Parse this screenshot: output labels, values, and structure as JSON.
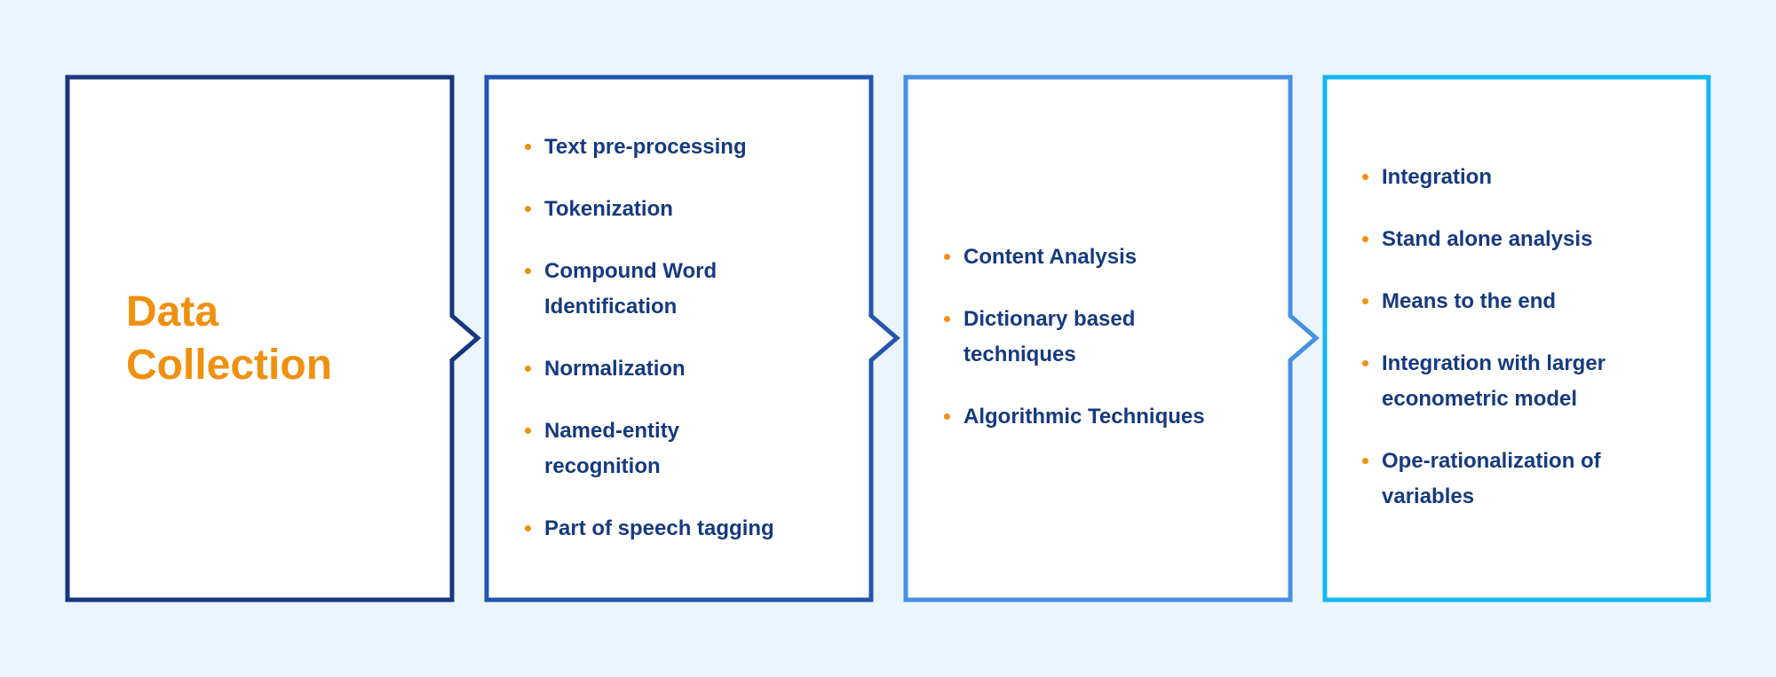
{
  "colors": {
    "background": "#eaf5fe",
    "panel_fill": "#ffffff",
    "panel_1_border": "#17367d",
    "panel_2_border": "#2455ad",
    "panel_3_border": "#4690e4",
    "panel_4_border": "#12b7f0",
    "title_color": "#f0900f",
    "bullet_color": "#f0900f",
    "item_text_color": "#163a7f"
  },
  "panel_1": {
    "title_line_1": "Data",
    "title_line_2": "Collection"
  },
  "panel_2": {
    "items": [
      "Text pre-processing",
      "Tokenization",
      "Compound Word Identification",
      "Normalization",
      "Named-entity recognition",
      "Part of speech tagging"
    ]
  },
  "panel_3": {
    "items": [
      "Content Analysis",
      "Dictionary based techniques",
      "Algorithmic Techniques"
    ]
  },
  "panel_4": {
    "items": [
      "Integration",
      "Stand alone analysis",
      "Means to the end",
      "Integration with larger econometric model",
      "Ope-rationalization of variables"
    ]
  }
}
